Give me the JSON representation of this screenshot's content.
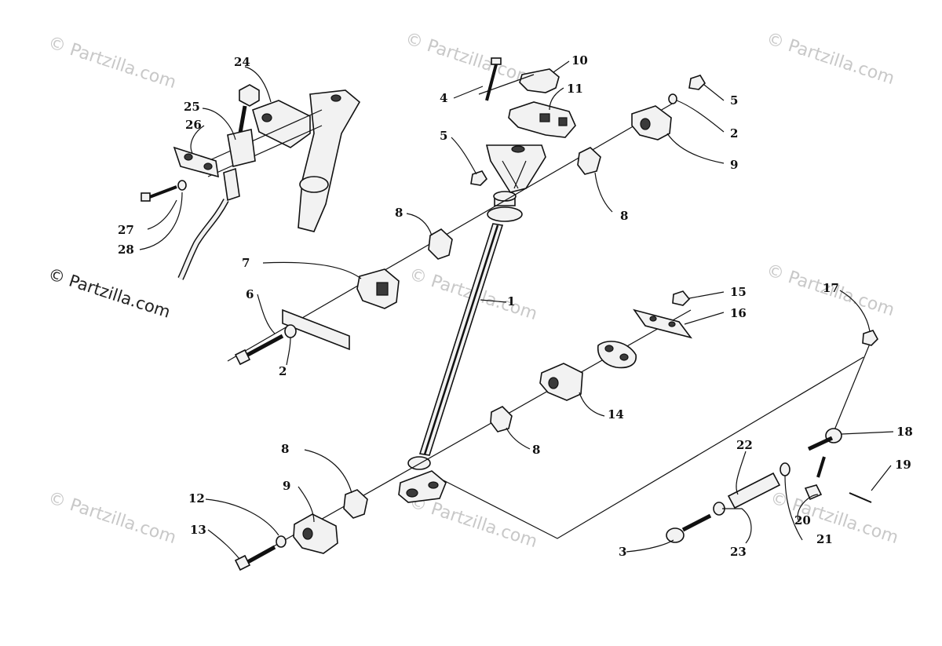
{
  "watermark": {
    "text": "© Partzilla.com"
  },
  "callouts": [
    "1",
    "2",
    "2",
    "3",
    "4",
    "5",
    "5",
    "6",
    "7",
    "8",
    "8",
    "8",
    "8",
    "9",
    "9",
    "10",
    "11",
    "12",
    "13",
    "14",
    "15",
    "16",
    "17",
    "18",
    "19",
    "20",
    "21",
    "22",
    "23",
    "24",
    "25",
    "26",
    "27",
    "28"
  ]
}
